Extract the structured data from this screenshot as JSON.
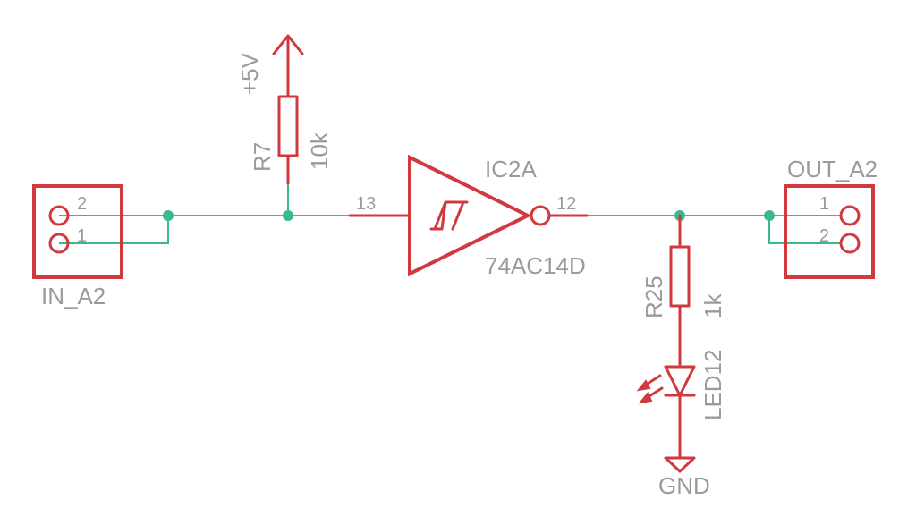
{
  "schematic": {
    "input_connector": {
      "name": "IN_A2",
      "pins": [
        "2",
        "1"
      ]
    },
    "output_connector": {
      "name": "OUT_A2",
      "pins": [
        "1",
        "2"
      ]
    },
    "pullup_resistor": {
      "ref": "R7",
      "value": "10k",
      "supply": "+5V"
    },
    "gate": {
      "ref": "IC2A",
      "part": "74AC14D",
      "pin_in": "13",
      "pin_out": "12"
    },
    "led_resistor": {
      "ref": "R25",
      "value": "1k"
    },
    "led": {
      "ref": "LED12"
    },
    "ground": {
      "label": "GND"
    },
    "colors": {
      "symbol": "#d0393e",
      "wire": "#3cb98a",
      "text": "#9a9a9a"
    }
  }
}
